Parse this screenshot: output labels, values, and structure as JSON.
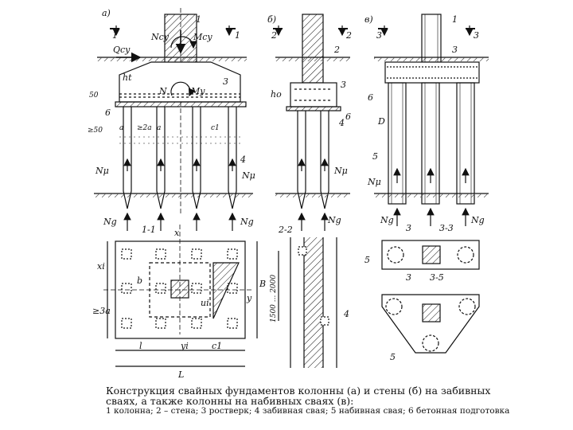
{
  "panel_labels": {
    "a": "а)",
    "b": "б)",
    "v": "в)"
  },
  "section_marks": {
    "s1": "1",
    "s2": "2",
    "s3": "3"
  },
  "section_titles": {
    "t11": "1-1",
    "t22": "2-2",
    "t33": "3-3",
    "t35": "3-5"
  },
  "element_numbers": {
    "n1": "1",
    "n2": "2",
    "n3": "3",
    "n4": "4",
    "n5": "5",
    "n6": "6"
  },
  "forces": {
    "ncy": "Ncy",
    "mcy": "Mcy",
    "qcy": "Qcy",
    "n": "N",
    "my": "My",
    "nmu": "Nμ",
    "ng": "Ng",
    "ht": "ht",
    "ho": "ho"
  },
  "dimensions": {
    "d50": "50",
    "ge50": "≥50",
    "a": "a",
    "ge2a": "≥2a",
    "c1": "c1",
    "x": "x",
    "y": "y",
    "b": "b",
    "B": "B",
    "L": "L",
    "l": "l",
    "yi": "yi",
    "xi": "xi",
    "ui": "ui",
    "ge3a": "≥3a",
    "range": "1500 ... 2000",
    "D": "D"
  },
  "caption": {
    "line1": "Конструкция свайных фундаментов колонны (а) и стены (б) на забивных",
    "line2": "сваях, а также колонны на набивных сваях (в):",
    "legend": "1 колонна; 2 – стена; 3 ростверк; 4 забивная свая; 5 набивная свая; 6 бетонная подготовка"
  }
}
